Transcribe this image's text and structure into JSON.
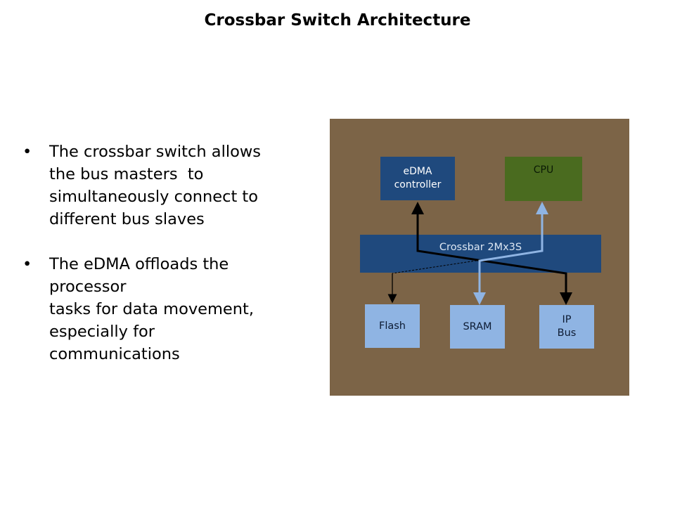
{
  "slide": {
    "title": "Crossbar Switch Architecture",
    "bullets": [
      {
        "marker": "•",
        "lines": [
          "The crossbar switch allows",
          "the bus masters  to",
          "simultaneously connect to",
          "different bus slaves"
        ]
      },
      {
        "marker": "•",
        "lines": [
          "The eDMA offloads the",
          "processor",
          "tasks for data movement,",
          "especially for",
          "communications"
        ]
      }
    ]
  },
  "diagram": {
    "colors": {
      "background": "#7c6447",
      "master_blue": "#1f497d",
      "cpu_green": "#4a6b1f",
      "slave_light_blue": "#8fb4e3",
      "path_black": "#000000",
      "path_light_blue": "#8fb4e3"
    },
    "masters": {
      "edma": {
        "line1": "eDMA",
        "line2": "controller"
      },
      "cpu": {
        "label": "CPU"
      }
    },
    "crossbar": {
      "label": "Crossbar 2Mx3S"
    },
    "slaves": {
      "flash": {
        "label": "Flash"
      },
      "sram": {
        "label": "SRAM"
      },
      "ipbus": {
        "line1": "IP",
        "line2": "Bus"
      }
    },
    "connections": [
      {
        "from": "eDMA controller",
        "to": "IP Bus",
        "style": "solid-black",
        "bidirectional": true
      },
      {
        "from": "CPU",
        "to": "SRAM",
        "style": "solid-light-blue",
        "bidirectional": true
      },
      {
        "from": "Crossbar",
        "to": "Flash",
        "style": "dashed-black",
        "bidirectional": false
      }
    ]
  }
}
